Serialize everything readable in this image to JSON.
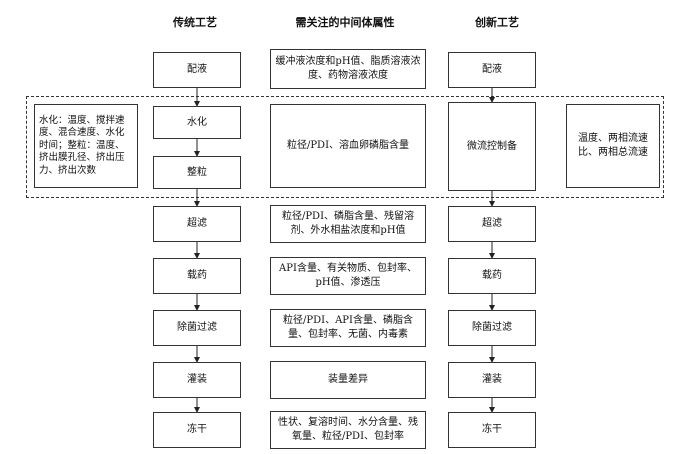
{
  "headers": {
    "traditional": "传统工艺",
    "attributes": "需关注的中间体属性",
    "innovative": "创新工艺"
  },
  "traditional_steps": {
    "s1": "配液",
    "s2": "水化",
    "s3": "整粒",
    "s4": "超滤",
    "s5": "载药",
    "s6": "除菌过滤",
    "s7": "灌装",
    "s8": "冻干"
  },
  "attributes": {
    "a1": "缓冲液浓度和pH值、脂质溶液浓度、药物溶液浓度",
    "a2": "粒径/PDI、溶血卵磷脂含量",
    "a3": "粒径/PDI、磷脂含量、残留溶剂、外水相盐浓度和pH值",
    "a4": "API含量、有关物质、包封率、pH值、渗透压",
    "a5": "粒径/PDI、API含量、磷脂含量、包封率、无菌、内毒素",
    "a6": "装量差异",
    "a7": "性状、复溶时间、水分含量、残氧量、粒径/PDI、包封率"
  },
  "innovative_steps": {
    "s1": "配液",
    "s2": "微流控制备",
    "s4": "超滤",
    "s5": "载药",
    "s6": "除菌过滤",
    "s7": "灌装",
    "s8": "冻干"
  },
  "left_params": "水化：温度、搅拌速度、混合速度、水化时间；整粒：温度、挤出膜孔径、挤出压力、挤出次数",
  "right_params": "温度、两相流速比、两相总流速"
}
